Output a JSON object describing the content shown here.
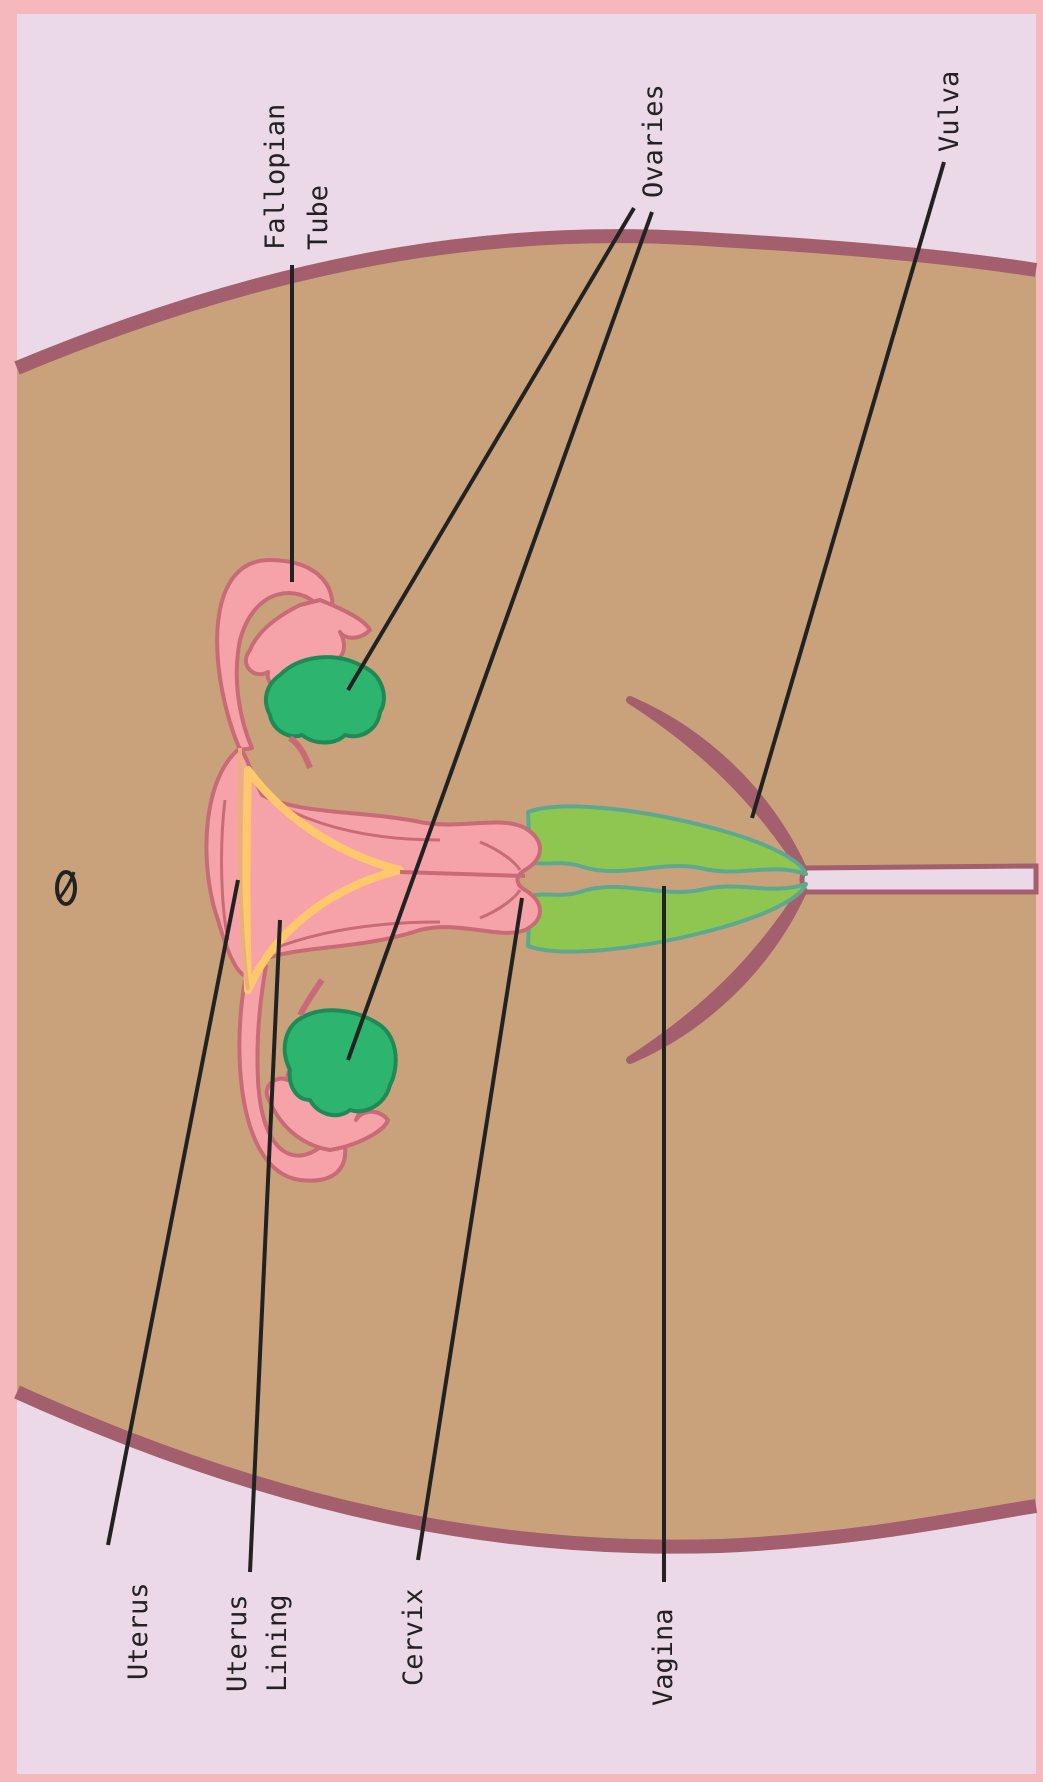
{
  "figure": {
    "orientation": "rotated 90 degrees counter-clockwise",
    "colors": {
      "border": "#f5b8bd",
      "background": "#ecd9e8",
      "body": "#c9a27b",
      "body_outline": "#a35f6d",
      "uterus": "#f5a3a8",
      "uterus_outline": "#c96a77",
      "uterus_lining": "#ffc96b",
      "ovaries": "#2db56f",
      "vagina": "#8ec64f",
      "leader_line": "#222222"
    }
  },
  "labels": {
    "fallopian_tube_line1": "Fallopian",
    "fallopian_tube_line2": "Tube",
    "ovaries": "Ovaries",
    "vulva": "Vulva",
    "uterus": "Uterus",
    "uterus_lining_line1": "Uterus",
    "uterus_lining_line2": "Lining",
    "cervix": "Cervix",
    "vagina": "Vagina"
  }
}
